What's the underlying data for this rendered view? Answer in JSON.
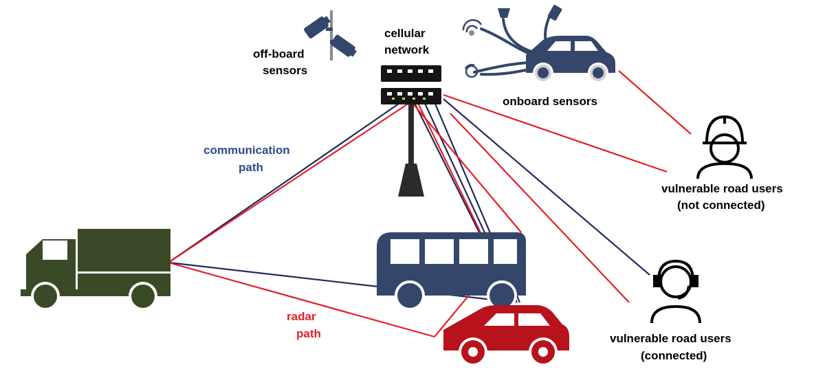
{
  "colors": {
    "comm_path": "#1f2a5c",
    "radar_path": "#e41e26",
    "truck": "#3b4a26",
    "bus": "#34466a",
    "car_red": "#b8121c",
    "car_blue": "#34466a",
    "sensor_blue": "#34466a",
    "pole": "#2b2b2b",
    "label_blue": "#2f4a8a",
    "label_red": "#e41e26"
  },
  "labels": {
    "offboard_line1": "off-board",
    "offboard_line2": "sensors",
    "cellular_line1": "cellular",
    "cellular_line2": "network",
    "onboard": "onboard sensors",
    "comm_line1": "communication",
    "comm_line2": "path",
    "radar_line1": "radar",
    "radar_line2": "path",
    "vru_nc_line1": "vulnerable road users",
    "vru_nc_line2": "(not connected)",
    "vru_c_line1": "vulnerable road users",
    "vru_c_line2": "(connected)"
  },
  "icons": {
    "truck": "truck-icon",
    "bus": "bus-icon",
    "car_red": "car-icon",
    "car_sensors": "sensor-car-icon",
    "tower": "cellular-tower-icon",
    "cameras": "security-camera-icon",
    "worker": "worker-helmet-icon",
    "headset_person": "headset-person-icon"
  }
}
